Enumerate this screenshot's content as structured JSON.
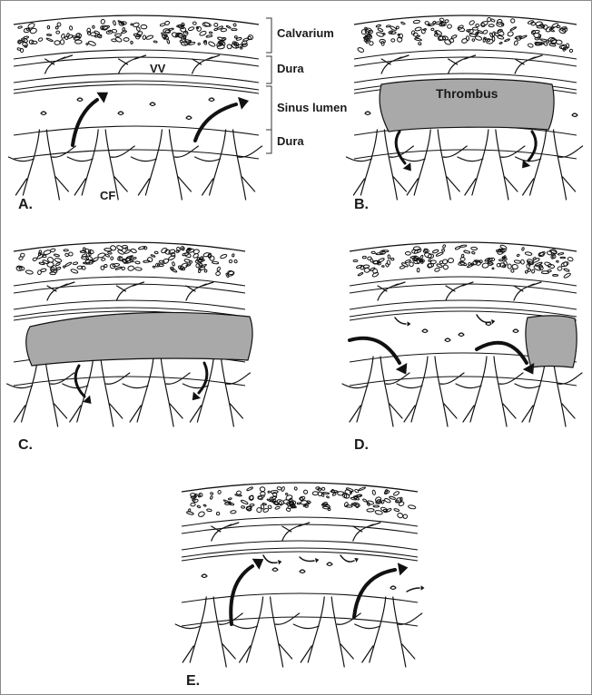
{
  "labels": {
    "calvarium": "Calvarium",
    "dura_top": "Dura",
    "sinus_lumen": "Sinus lumen",
    "dura_bottom": "Dura",
    "vv": "VV",
    "cf": "CF",
    "thrombus": "Thrombus"
  },
  "panels": [
    {
      "id": "A",
      "letter": "A.",
      "thrombus": "none"
    },
    {
      "id": "B",
      "letter": "B.",
      "thrombus": "central"
    },
    {
      "id": "C",
      "letter": "C.",
      "thrombus": "full"
    },
    {
      "id": "D",
      "letter": "D.",
      "thrombus": "partial-right"
    },
    {
      "id": "E",
      "letter": "E.",
      "thrombus": "none"
    }
  ],
  "colors": {
    "thrombus": "#a9a9a9",
    "ink": "#111111",
    "frame": "#8a8a8a"
  }
}
